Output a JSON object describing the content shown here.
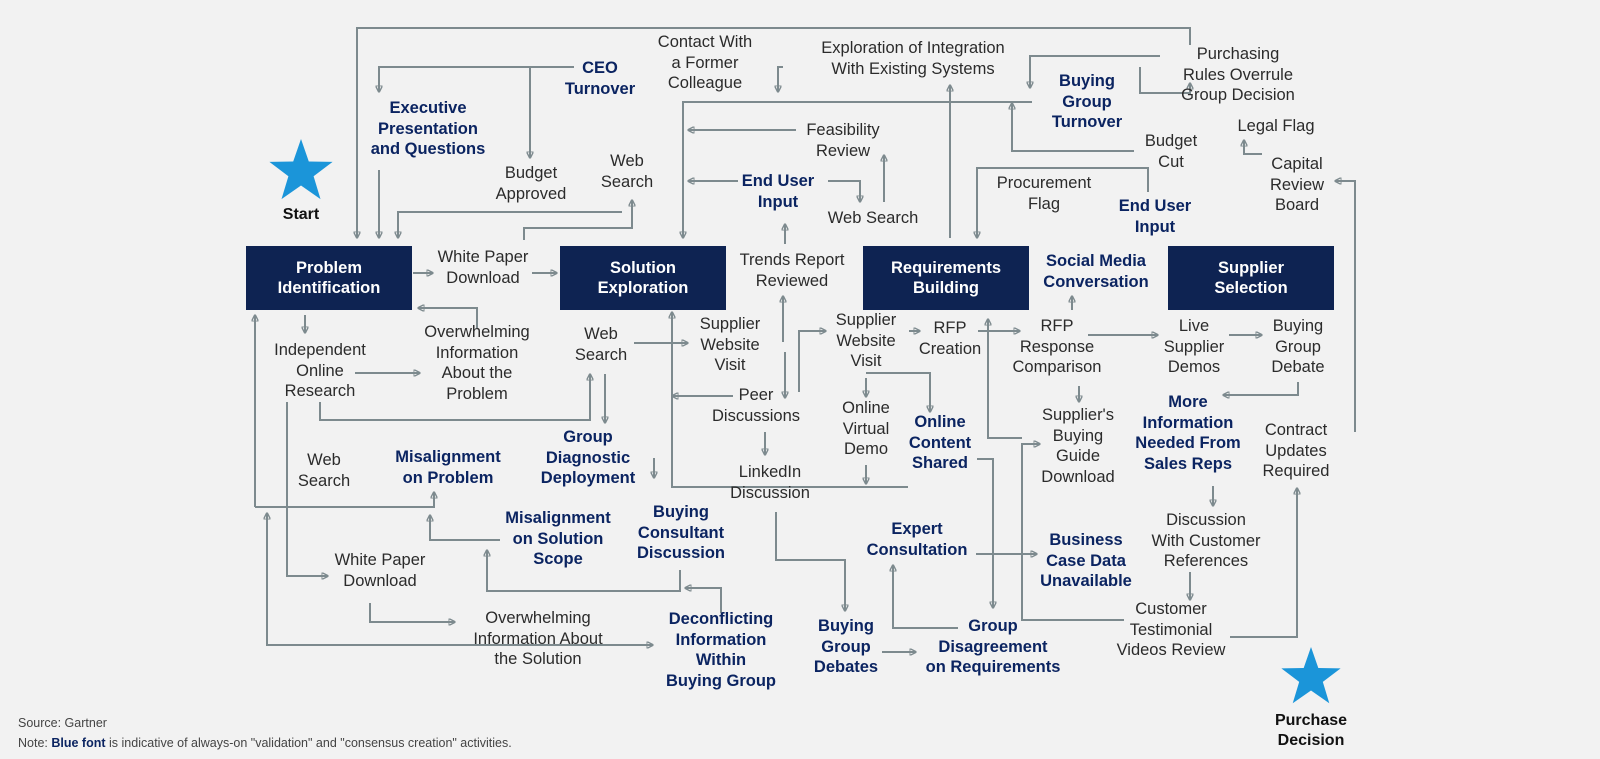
{
  "colors": {
    "blue": "#0b2461",
    "stage": "#0e2352",
    "star": "#1b95d9",
    "line": "#7d8a8e"
  },
  "stages": {
    "problem_identification": "Problem\nIdentification",
    "solution_exploration": "Solution\nExploration",
    "requirements_building": "Requirements\nBuilding",
    "supplier_selection": "Supplier\nSelection"
  },
  "markers": {
    "start": "Start",
    "purchase_decision": "Purchase\nDecision"
  },
  "activities": {
    "ceo_turnover": "CEO\nTurnover",
    "contact_former_colleague": "Contact With\na Former\nColleague",
    "exploration_integration": "Exploration of Integration\nWith Existing Systems",
    "purchasing_rules": "Purchasing\nRules Overrule\nGroup Decision",
    "buying_group_turnover": "Buying\nGroup\nTurnover",
    "executive_presentation": "Executive\nPresentation\nand Questions",
    "budget_approved": "Budget\nApproved",
    "web_search_top": "Web\nSearch",
    "feasibility_review": "Feasibility\nReview",
    "budget_cut": "Budget\nCut",
    "legal_flag": "Legal Flag",
    "capital_review_board": "Capital\nReview\nBoard",
    "end_user_input_1": "End User\nInput",
    "web_search_mid": "Web Search",
    "procurement_flag": "Procurement\nFlag",
    "end_user_input_2": "End User\nInput",
    "white_paper_download_1": "White Paper\nDownload",
    "trends_report": "Trends Report\nReviewed",
    "social_media": "Social Media\nConversation",
    "independent_research": "Independent\nOnline\nResearch",
    "overwhelming_problem": "Overwhelming\nInformation\nAbout the\nProblem",
    "web_search_left": "Web\nSearch",
    "supplier_website_1": "Supplier\nWebsite\nVisit",
    "supplier_website_2": "Supplier\nWebsite\nVisit",
    "rfp_creation": "RFP\nCreation",
    "rfp_response": "RFP\nResponse\nComparison",
    "live_supplier_demos": "Live\nSupplier\nDemos",
    "buying_group_debate": "Buying\nGroup\nDebate",
    "peer_discussions": "Peer\nDiscussions",
    "online_virtual_demo": "Online\nVirtual\nDemo",
    "online_content_shared": "Online\nContent\nShared",
    "suppliers_buying_guide": "Supplier's\nBuying\nGuide\nDownload",
    "more_information": "More\nInformation\nNeeded From\nSales Reps",
    "contract_updates": "Contract\nUpdates\nRequired",
    "web_search_low": "Web\nSearch",
    "misalignment_problem": "Misalignment\non Problem",
    "group_diagnostic": "Group\nDiagnostic\nDeployment",
    "linkedin_discussion": "LinkedIn\nDiscussion",
    "misalignment_solution": "Misalignment\non Solution\nScope",
    "buying_consultant": "Buying\nConsultant\nDiscussion",
    "expert_consultation": "Expert\nConsultation",
    "business_case": "Business\nCase Data\nUnavailable",
    "discussion_customer_refs": "Discussion\nWith Customer\nReferences",
    "white_paper_download_2": "White Paper\nDownload",
    "customer_testimonial": "Customer\nTestimonial\nVideos Review",
    "overwhelming_solution": "Overwhelming\nInformation About\nthe Solution",
    "deconflicting": "Deconflicting\nInformation\nWithin\nBuying Group",
    "buying_group_debates": "Buying\nGroup\nDebates",
    "group_disagreement": "Group\nDisagreement\non Requirements"
  },
  "footer": {
    "source": "Source: Gartner",
    "note_prefix": "Note:",
    "note_bold": "Blue font",
    "note_rest": "is indicative of always-on \"validation\" and \"consensus creation\" activities."
  }
}
